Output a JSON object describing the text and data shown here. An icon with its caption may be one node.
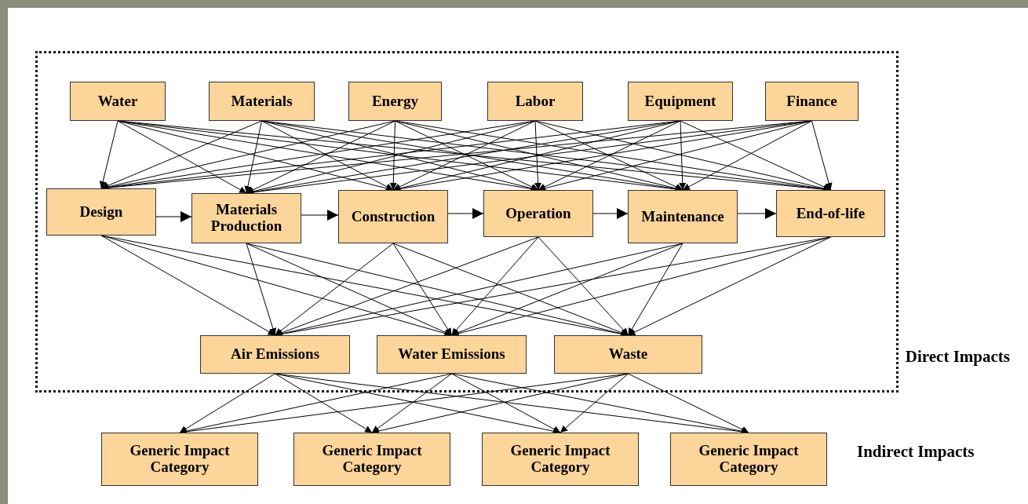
{
  "diagram": {
    "nodes": [
      {
        "text": [
          "Direct Impacts"
        ]
      },
      {
        "text": [
          "Water"
        ],
        "in": 0
      },
      {
        "text": [
          "Materials"
        ],
        "in": 0
      },
      {
        "text": [
          "Energy"
        ],
        "in": 0
      },
      {
        "text": [
          "Labor"
        ],
        "in": 0
      },
      {
        "text": [
          "Equipment"
        ],
        "in": 0
      },
      {
        "text": [
          "Finance"
        ],
        "in": 0
      },
      {
        "text": [
          "Design"
        ],
        "in": 0
      },
      {
        "text": [
          "Materials Production"
        ],
        "in": 0
      },
      {
        "text": [
          "Construction"
        ],
        "in": 0
      },
      {
        "text": [
          "Operation"
        ],
        "in": 0
      },
      {
        "text": [
          "Maintenance"
        ],
        "in": 0
      },
      {
        "text": [
          "End-of-life"
        ],
        "in": 0
      },
      {
        "text": [
          "Air Emissions"
        ],
        "in": 0
      },
      {
        "text": [
          "Water Emissions"
        ],
        "in": 0
      },
      {
        "text": [
          "Waste"
        ],
        "in": 0
      },
      {
        "text": [
          "Generic Impact Category"
        ]
      },
      {
        "text": [
          "Generic Impact Category"
        ]
      },
      {
        "text": [
          "Generic Impact Category"
        ]
      },
      {
        "text": [
          "Generic Impact Category"
        ]
      }
    ],
    "edges": [
      {
        "from": 1,
        "to": 7,
        "arrow": "to"
      },
      {
        "from": 1,
        "to": 8,
        "arrow": "to"
      },
      {
        "from": 1,
        "to": 9,
        "arrow": "to"
      },
      {
        "from": 1,
        "to": 10,
        "arrow": "to"
      },
      {
        "from": 1,
        "to": 11,
        "arrow": "to"
      },
      {
        "from": 1,
        "to": 12,
        "arrow": "to"
      },
      {
        "from": 2,
        "to": 7,
        "arrow": "to"
      },
      {
        "from": 2,
        "to": 8,
        "arrow": "to"
      },
      {
        "from": 2,
        "to": 9,
        "arrow": "to"
      },
      {
        "from": 2,
        "to": 10,
        "arrow": "to"
      },
      {
        "from": 2,
        "to": 11,
        "arrow": "to"
      },
      {
        "from": 2,
        "to": 12,
        "arrow": "to"
      },
      {
        "from": 3,
        "to": 7,
        "arrow": "to"
      },
      {
        "from": 3,
        "to": 8,
        "arrow": "to"
      },
      {
        "from": 3,
        "to": 9,
        "arrow": "to"
      },
      {
        "from": 3,
        "to": 10,
        "arrow": "to"
      },
      {
        "from": 3,
        "to": 11,
        "arrow": "to"
      },
      {
        "from": 3,
        "to": 12,
        "arrow": "to"
      },
      {
        "from": 4,
        "to": 7,
        "arrow": "to"
      },
      {
        "from": 4,
        "to": 8,
        "arrow": "to"
      },
      {
        "from": 4,
        "to": 9,
        "arrow": "to"
      },
      {
        "from": 4,
        "to": 10,
        "arrow": "to"
      },
      {
        "from": 4,
        "to": 11,
        "arrow": "to"
      },
      {
        "from": 4,
        "to": 12,
        "arrow": "to"
      },
      {
        "from": 5,
        "to": 7,
        "arrow": "to"
      },
      {
        "from": 5,
        "to": 8,
        "arrow": "to"
      },
      {
        "from": 5,
        "to": 9,
        "arrow": "to"
      },
      {
        "from": 5,
        "to": 10,
        "arrow": "to"
      },
      {
        "from": 5,
        "to": 11,
        "arrow": "to"
      },
      {
        "from": 5,
        "to": 12,
        "arrow": "to"
      },
      {
        "from": 6,
        "to": 7,
        "arrow": "to"
      },
      {
        "from": 6,
        "to": 8,
        "arrow": "to"
      },
      {
        "from": 6,
        "to": 9,
        "arrow": "to"
      },
      {
        "from": 6,
        "to": 10,
        "arrow": "to"
      },
      {
        "from": 6,
        "to": 11,
        "arrow": "to"
      },
      {
        "from": 6,
        "to": 12,
        "arrow": "to"
      },
      {
        "from": 7,
        "to": 8,
        "arrow": "to"
      },
      {
        "from": 8,
        "to": 9,
        "arrow": "to"
      },
      {
        "from": 9,
        "to": 10,
        "arrow": "to"
      },
      {
        "from": 10,
        "to": 11,
        "arrow": "to"
      },
      {
        "from": 11,
        "to": 12,
        "arrow": "to"
      },
      {
        "from": 7,
        "to": 13,
        "arrow": "to"
      },
      {
        "from": 7,
        "to": 14,
        "arrow": "to"
      },
      {
        "from": 7,
        "to": 15,
        "arrow": "to"
      },
      {
        "from": 8,
        "to": 13,
        "arrow": "to"
      },
      {
        "from": 8,
        "to": 14,
        "arrow": "to"
      },
      {
        "from": 8,
        "to": 15,
        "arrow": "to"
      },
      {
        "from": 9,
        "to": 13,
        "arrow": "to"
      },
      {
        "from": 9,
        "to": 14,
        "arrow": "to"
      },
      {
        "from": 9,
        "to": 15,
        "arrow": "to"
      },
      {
        "from": 10,
        "to": 13,
        "arrow": "to"
      },
      {
        "from": 10,
        "to": 14,
        "arrow": "to"
      },
      {
        "from": 10,
        "to": 15,
        "arrow": "to"
      },
      {
        "from": 11,
        "to": 13,
        "arrow": "to"
      },
      {
        "from": 11,
        "to": 14,
        "arrow": "to"
      },
      {
        "from": 11,
        "to": 15,
        "arrow": "to"
      },
      {
        "from": 12,
        "to": 13,
        "arrow": "to"
      },
      {
        "from": 12,
        "to": 14,
        "arrow": "to"
      },
      {
        "from": 12,
        "to": 15,
        "arrow": "to"
      },
      {
        "from": 13,
        "to": 16,
        "arrow": "to"
      },
      {
        "from": 13,
        "to": 17,
        "arrow": "to"
      },
      {
        "from": 13,
        "to": 18,
        "arrow": "to"
      },
      {
        "from": 13,
        "to": 19,
        "arrow": "to"
      },
      {
        "from": 14,
        "to": 16,
        "arrow": "to"
      },
      {
        "from": 14,
        "to": 17,
        "arrow": "to"
      },
      {
        "from": 14,
        "to": 18,
        "arrow": "to"
      },
      {
        "from": 14,
        "to": 19,
        "arrow": "to"
      },
      {
        "from": 15,
        "to": 16,
        "arrow": "to"
      },
      {
        "from": 15,
        "to": 17,
        "arrow": "to"
      },
      {
        "from": 15,
        "to": 18,
        "arrow": "to"
      },
      {
        "from": 15,
        "to": 19,
        "arrow": "to"
      }
    ],
    "labels": [
      "Indirect Impacts"
    ]
  }
}
